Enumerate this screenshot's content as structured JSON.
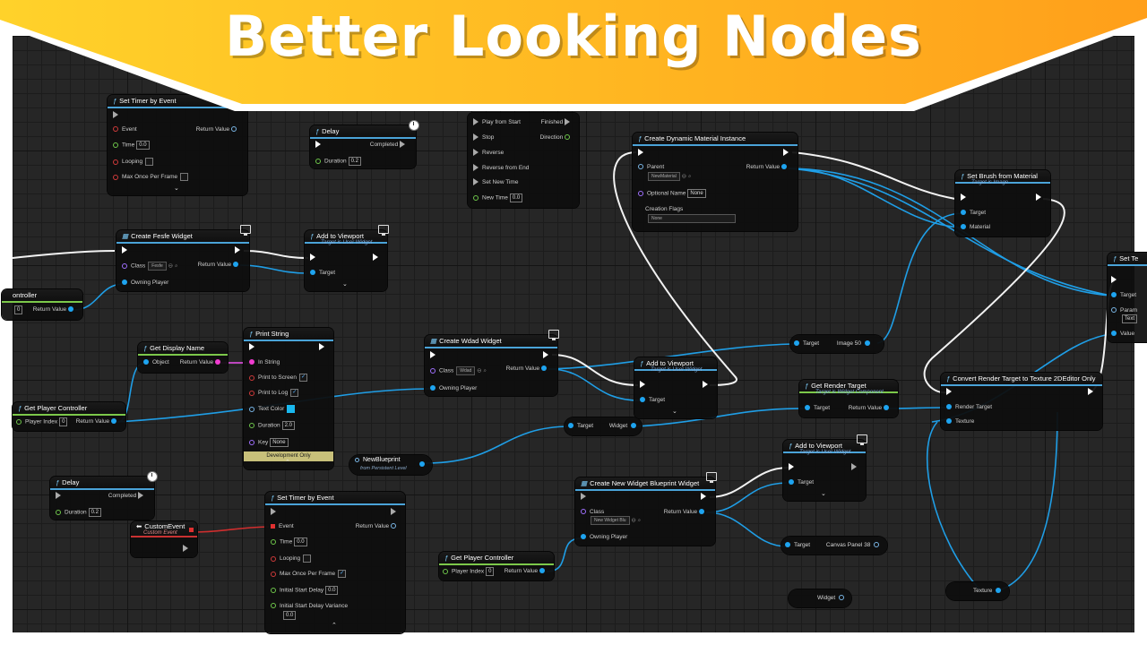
{
  "banner": {
    "title": "Better Looking Nodes",
    "gradient_start": "#ffd22a",
    "gradient_end": "#ff9f1a"
  },
  "colors": {
    "exec_wire": "#f2f2f2",
    "object_wire": "#1f9ee6",
    "event_wire": "#d12e2e",
    "grid": "#262626"
  },
  "nodes": {
    "set_timer_top": {
      "title": "Set Timer by Event",
      "exec_in": "",
      "event": "Event",
      "return_value": "Return Value",
      "time": "Time",
      "time_value": "0.0",
      "looping": "Looping",
      "max_once": "Max Once Per Frame"
    },
    "delay_top": {
      "title": "Delay",
      "completed": "Completed",
      "duration": "Duration",
      "duration_value": "0.2"
    },
    "timeline": {
      "play_from_start": "Play from Start",
      "finished": "Finished",
      "stop": "Stop",
      "direction": "Direction",
      "reverse": "Reverse",
      "reverse_from_end": "Reverse from End",
      "set_new_time": "Set New Time",
      "new_time": "New Time",
      "new_time_value": "0.0"
    },
    "create_dynamic_material": {
      "title": "Create Dynamic Material Instance",
      "parent": "Parent",
      "parent_value": "NewMaterial",
      "return_value": "Return Value",
      "optional_name": "Optional Name",
      "optional_name_value": "None",
      "creation_flags": "Creation Flags",
      "creation_flags_value": "None"
    },
    "set_brush": {
      "title": "Set Brush from Material",
      "subtitle": "Target is Image",
      "target": "Target",
      "material": "Material"
    },
    "set_te": {
      "title": "Set Te",
      "target": "Target",
      "param": "Param",
      "param_value": "Text",
      "value": "Value"
    },
    "create_fesfe": {
      "title": "Create Fesfe Widget",
      "class": "Class",
      "class_value": "Fesfe",
      "return_value": "Return Value",
      "owning_player": "Owning Player"
    },
    "add_viewport_1": {
      "title": "Add to Viewport",
      "subtitle": "Target is User Widget",
      "target": "Target"
    },
    "controller_left": {
      "title": "ontroller",
      "index_value": "0",
      "return_value": "Return Value"
    },
    "get_display_name": {
      "title": "Get Display Name",
      "object": "Object",
      "return_value": "Return Value"
    },
    "print_string": {
      "title": "Print String",
      "in_string": "In String",
      "print_screen": "Print to Screen",
      "print_log": "Print to Log",
      "text_color": "Text Color",
      "duration": "Duration",
      "duration_value": "2.0",
      "key": "Key",
      "key_value": "None",
      "dev_only": "Development Only"
    },
    "create_wdad": {
      "title": "Create Wdad Widget",
      "class": "Class",
      "class_value": "Wdad",
      "return_value": "Return Value",
      "owning_player": "Owning Player"
    },
    "add_viewport_2": {
      "title": "Add to Viewport",
      "subtitle": "Target is User Widget",
      "target": "Target"
    },
    "image50_getter": {
      "target": "Target",
      "label": "Image 50"
    },
    "get_render_target": {
      "title": "Get Render Target",
      "subtitle": "Target is Widget Component",
      "target": "Target",
      "return_value": "Return Value"
    },
    "convert_rt": {
      "title": "Convert Render Target to Texture 2DEditor Only",
      "render_target": "Render Target",
      "texture": "Texture"
    },
    "get_player_controller_1": {
      "title": "Get Player Controller",
      "player_index": "Player Index",
      "index_value": "0",
      "return_value": "Return Value"
    },
    "widget_getter": {
      "target": "Target",
      "label": "Widget"
    },
    "new_blueprint": {
      "title": "NewBlueprint",
      "subtitle": "from Persistent Level"
    },
    "delay_bottom": {
      "title": "Delay",
      "completed": "Completed",
      "duration": "Duration",
      "duration_value": "0.2"
    },
    "custom_event": {
      "title": "CustomEvent",
      "subtitle": "Custom Event"
    },
    "set_timer_bottom": {
      "title": "Set Timer by Event",
      "event": "Event",
      "return_value": "Return Value",
      "time": "Time",
      "time_value": "0.0",
      "looping": "Looping",
      "max_once": "Max Once Per Frame",
      "initial_delay": "Initial Start Delay",
      "initial_delay_value": "0.0",
      "initial_variance": "Initial Start Delay Variance",
      "initial_variance_value": "0.0"
    },
    "add_viewport_3": {
      "title": "Add to Viewport",
      "subtitle": "Target is User Widget",
      "target": "Target"
    },
    "create_new_widget_bp": {
      "title": "Create New Widget Blueprint Widget",
      "class": "Class",
      "class_value": "New Widget Blu",
      "return_value": "Return Value",
      "owning_player": "Owning Player"
    },
    "canvas_getter": {
      "target": "Target",
      "label": "Canvas Panel 38"
    },
    "get_player_controller_2": {
      "title": "Get Player Controller",
      "player_index": "Player Index",
      "index_value": "0",
      "return_value": "Return Value"
    },
    "widget_var": {
      "label": "Widget"
    },
    "texture_var": {
      "label": "Texture"
    }
  }
}
